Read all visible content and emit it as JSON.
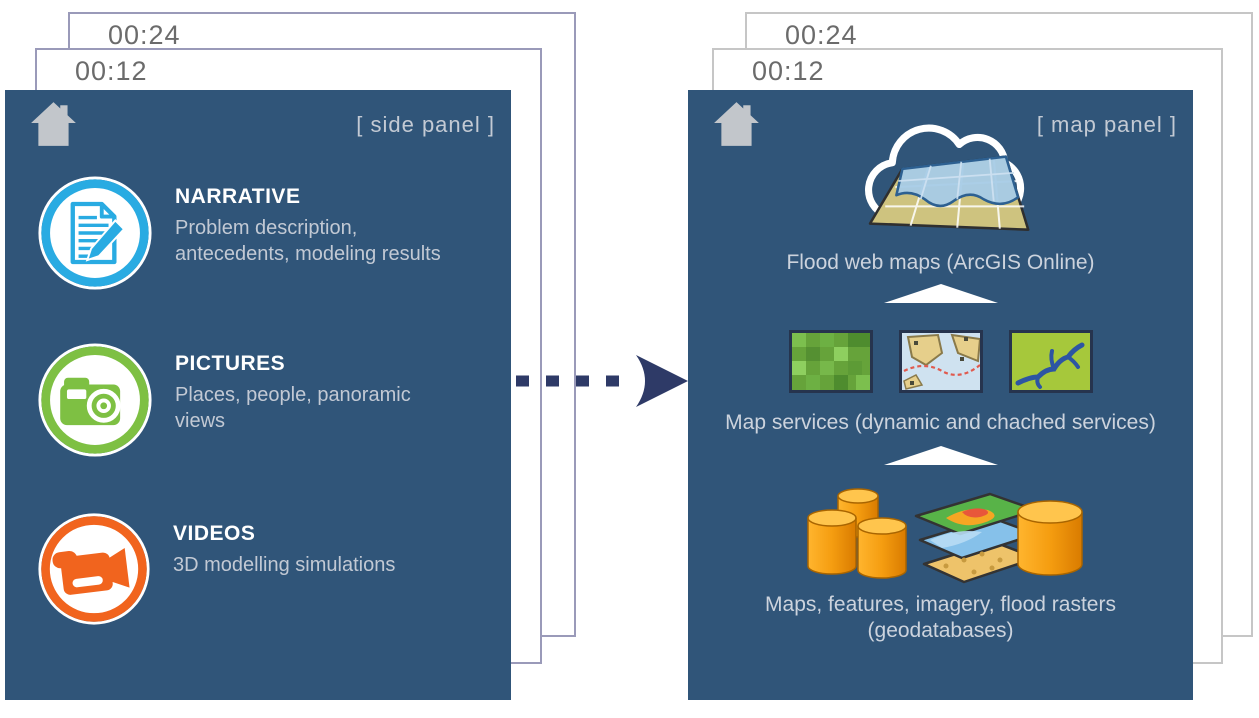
{
  "left_panel": {
    "timestamps": {
      "back": "00:24",
      "front": "00:12"
    },
    "label": "[ side panel ]",
    "items": [
      {
        "title": "NARRATIVE",
        "description": "Problem description, antecedents, modeling results",
        "icon": "narrative-document-icon",
        "accent": "#29abe2"
      },
      {
        "title": "PICTURES",
        "description": "Places, people, panoramic views",
        "icon": "camera-icon",
        "accent": "#7ec043"
      },
      {
        "title": "VIDEOS",
        "description": "3D modelling simulations",
        "icon": "video-camera-icon",
        "accent": "#f1641e"
      }
    ]
  },
  "right_panel": {
    "timestamps": {
      "back": "00:24",
      "front": "00:12"
    },
    "label": "[ map panel ]",
    "tiers": [
      {
        "caption": "Flood web maps (ArcGIS Online)",
        "icon": "cloud-web-map-icon"
      },
      {
        "caption": "Map services (dynamic and chached services)",
        "icon": "map-service-thumbnails",
        "thumbnails": [
          "raster-green-thumbnail",
          "topographic-map-thumbnail",
          "stream-network-thumbnail"
        ]
      },
      {
        "caption": "Maps, features, imagery, flood rasters (geodatabases)",
        "icon": "geodatabase-stack-icon"
      }
    ]
  },
  "flow_arrow": {
    "direction": "left-to-right",
    "style": "dashed",
    "color": "#2e3a67"
  },
  "colors": {
    "panel_background": "#305579",
    "card_border_left": "#9a9ab9",
    "card_border_right": "#c6c6c6",
    "timestamp_text": "#6b6b6b",
    "panel_label_text": "#c3cad4",
    "title_text": "#ffffff",
    "description_text": "#c2c9d4",
    "arrow_navy": "#2e3a67"
  }
}
